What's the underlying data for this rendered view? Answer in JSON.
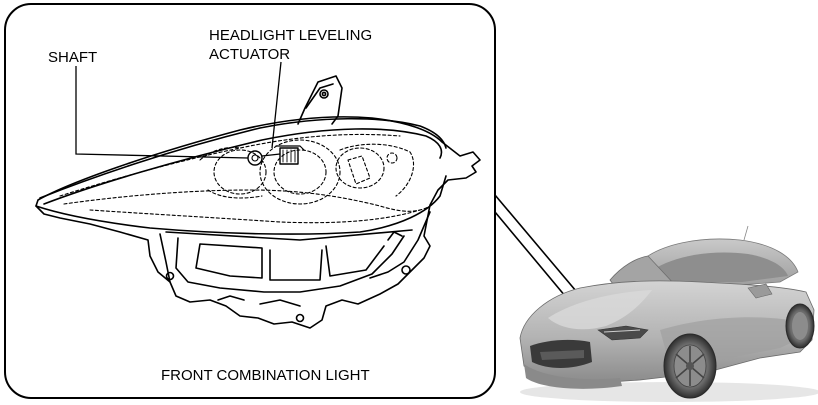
{
  "labels": {
    "shaft": "SHAFT",
    "actuator_line1": "HEADLIGHT LEVELING",
    "actuator_line2": "ACTUATOR",
    "caption": "FRONT COMBINATION LIGHT"
  },
  "colors": {
    "line": "#000000",
    "car_body": "#b9b9b9",
    "car_dark": "#6e6e6e",
    "background": "#ffffff"
  }
}
